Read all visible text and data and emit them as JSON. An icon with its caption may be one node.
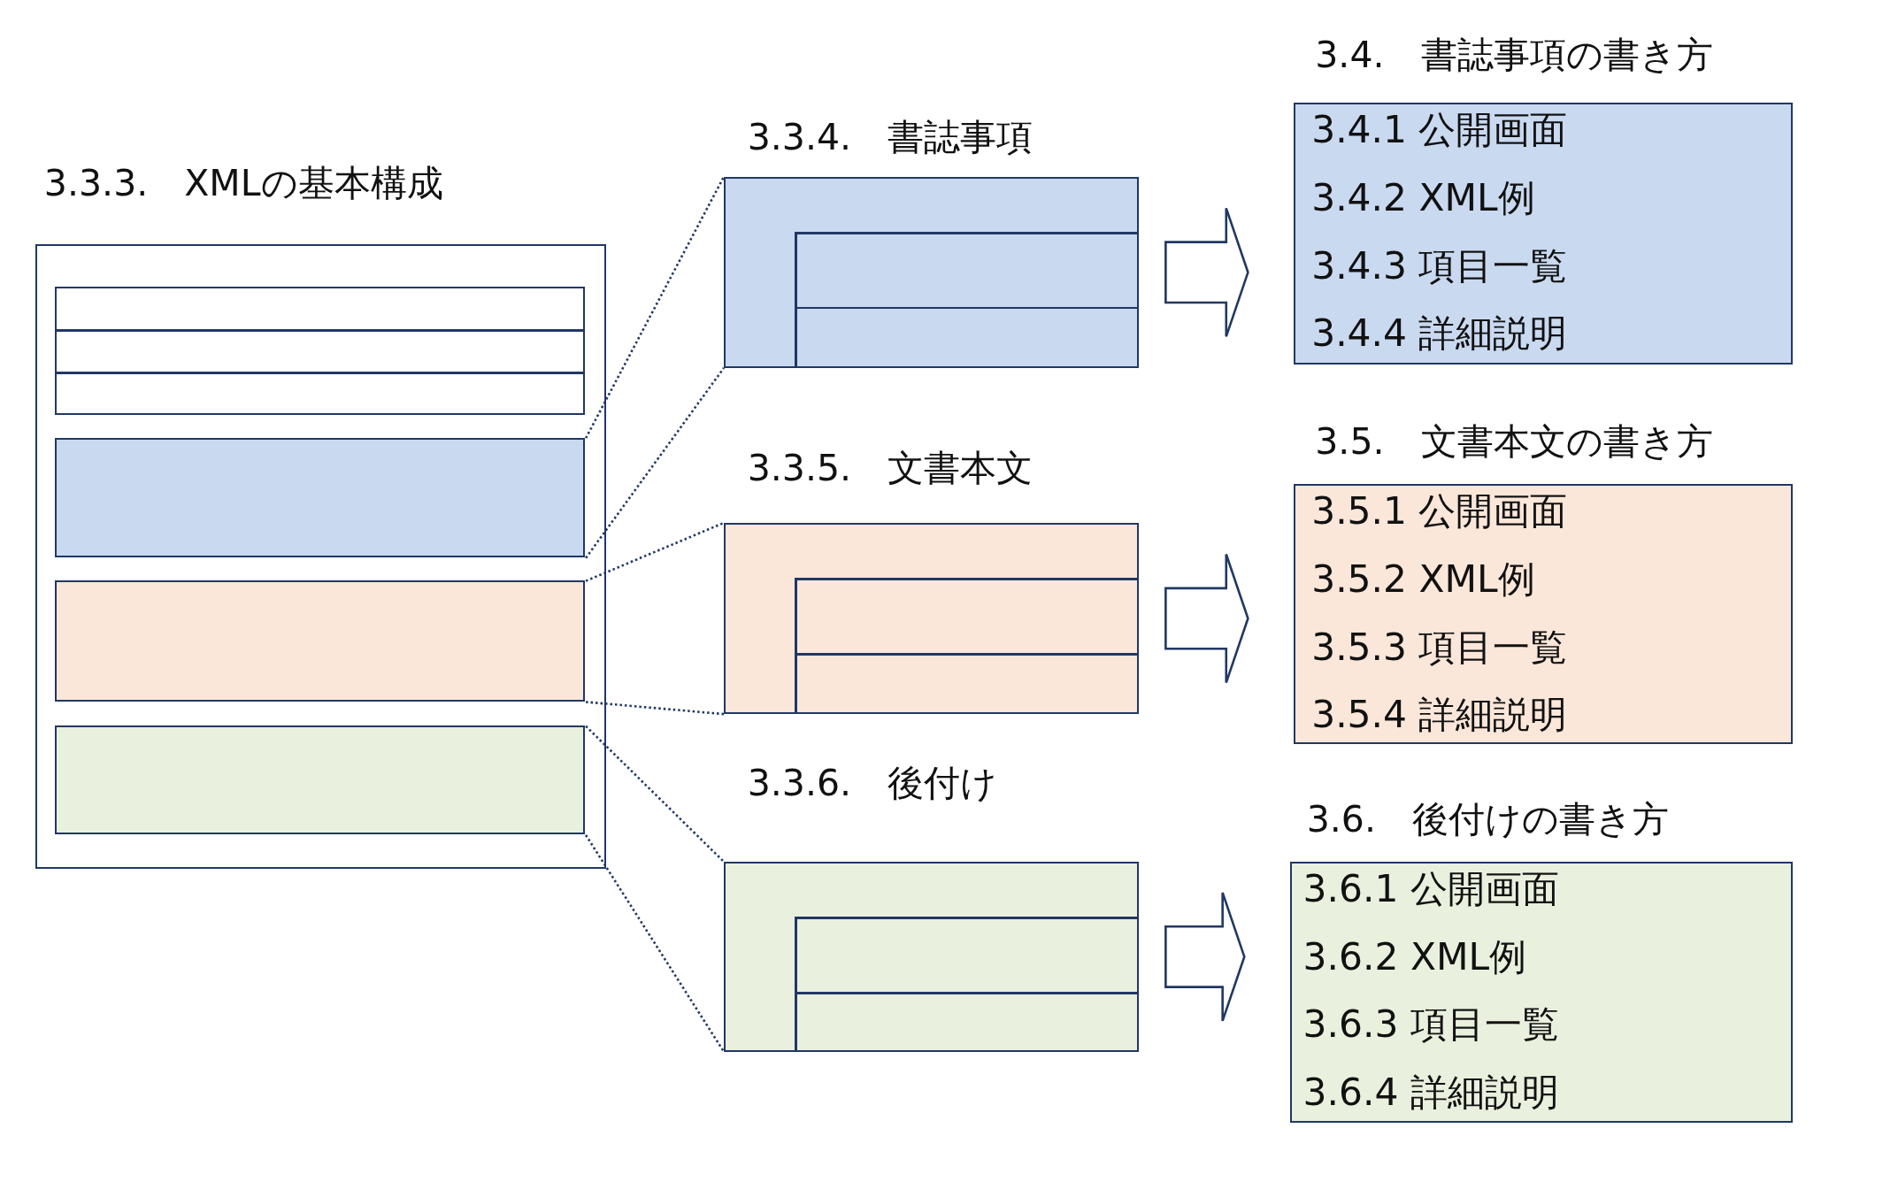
{
  "diagram": {
    "nodes": [
      {
        "text": [
          "3.3.3.　XMLの基本構成"
        ]
      },
      {
        "text": [],
        "shape": "box",
        "in": 0
      },
      {
        "text": [],
        "shape": "box",
        "in": 0
      },
      {
        "text": [],
        "shape": "box",
        "in": 0
      },
      {
        "text": [],
        "shape": "box",
        "in": 0
      },
      {
        "text": [
          "3.3.4.　書誌事項"
        ]
      },
      {
        "text": [
          "3.3.5.　文書本文"
        ]
      },
      {
        "text": [
          "3.3.6.　後付け"
        ]
      },
      {
        "text": [
          "3.4.　書誌事項の書き方",
          "3.4.1 公開画面",
          "3.4.2 XML例",
          "3.4.3 項目一覧",
          "3.4.4 詳細説明"
        ]
      },
      {
        "text": [
          "3.5.　文書本文の書き方",
          "3.5.1 公開画面",
          "3.5.2 XML例",
          "3.5.3 項目一覧",
          "3.5.4 詳細説明"
        ]
      },
      {
        "text": [
          "3.6.　後付けの書き方",
          "3.6.1 公開画面",
          "3.6.2 XML例",
          "3.6.3 項目一覧",
          "3.6.4 詳細説明"
        ]
      }
    ],
    "edges": [
      {
        "from": 2,
        "to": 5,
        "arrow": "none",
        "style": "dashed"
      },
      {
        "from": 2,
        "to": 5,
        "arrow": "none",
        "style": "dashed"
      },
      {
        "from": 3,
        "to": 6,
        "arrow": "none",
        "style": "dashed"
      },
      {
        "from": 3,
        "to": 6,
        "arrow": "none",
        "style": "dashed"
      },
      {
        "from": 4,
        "to": 7,
        "arrow": "none",
        "style": "dashed"
      },
      {
        "from": 4,
        "to": 7,
        "arrow": "none",
        "style": "dashed"
      },
      {
        "from": 5,
        "to": 8,
        "arrow": "to"
      },
      {
        "from": 6,
        "to": 9,
        "arrow": "to"
      },
      {
        "from": 7,
        "to": 10,
        "arrow": "to"
      }
    ]
  }
}
